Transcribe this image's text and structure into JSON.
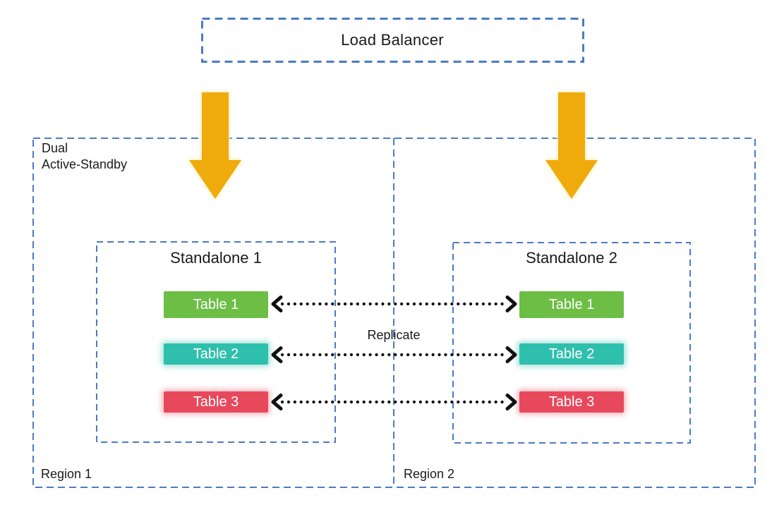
{
  "colors": {
    "background": "#FFFFFF",
    "dash_blue": "#4A7BC4",
    "arrow_orange": "#EFAB0B",
    "connector_black": "#111111",
    "label_text": "#1A1A1A",
    "table_text": "#FFFFFF"
  },
  "load_balancer": {
    "label": "Load Balancer"
  },
  "cluster": {
    "label_line1": "Dual",
    "label_line2": "Active-Standby"
  },
  "replicate": {
    "label": "Replicate"
  },
  "regions": [
    {
      "label": "Region 1",
      "standalone": {
        "title": "Standalone 1",
        "tables": [
          {
            "label": "Table 1",
            "color": "#6CBE45"
          },
          {
            "label": "Table 2",
            "color": "#2FBFAD"
          },
          {
            "label": "Table 3",
            "color": "#E8485C"
          }
        ]
      }
    },
    {
      "label": "Region 2",
      "standalone": {
        "title": "Standalone 2",
        "tables": [
          {
            "label": "Table 1",
            "color": "#6CBE45"
          },
          {
            "label": "Table 2",
            "color": "#2FBFAD"
          },
          {
            "label": "Table 3",
            "color": "#E8485C"
          }
        ]
      }
    }
  ]
}
